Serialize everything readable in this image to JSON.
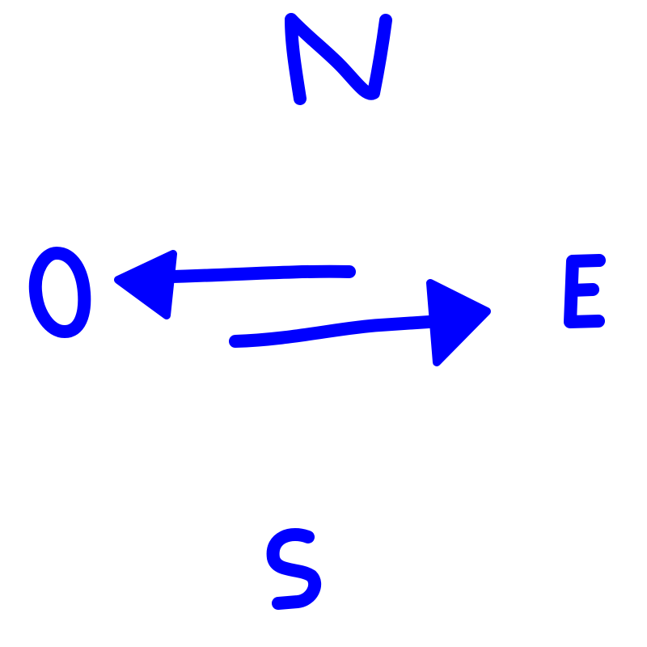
{
  "ink_color": "#0000ff",
  "background": "#ffffff",
  "labels": {
    "north": "N",
    "south": "S",
    "east": "E",
    "west": "O"
  },
  "arrows": [
    {
      "name": "arrow-to-west",
      "direction": "west"
    },
    {
      "name": "arrow-to-east",
      "direction": "east"
    }
  ]
}
